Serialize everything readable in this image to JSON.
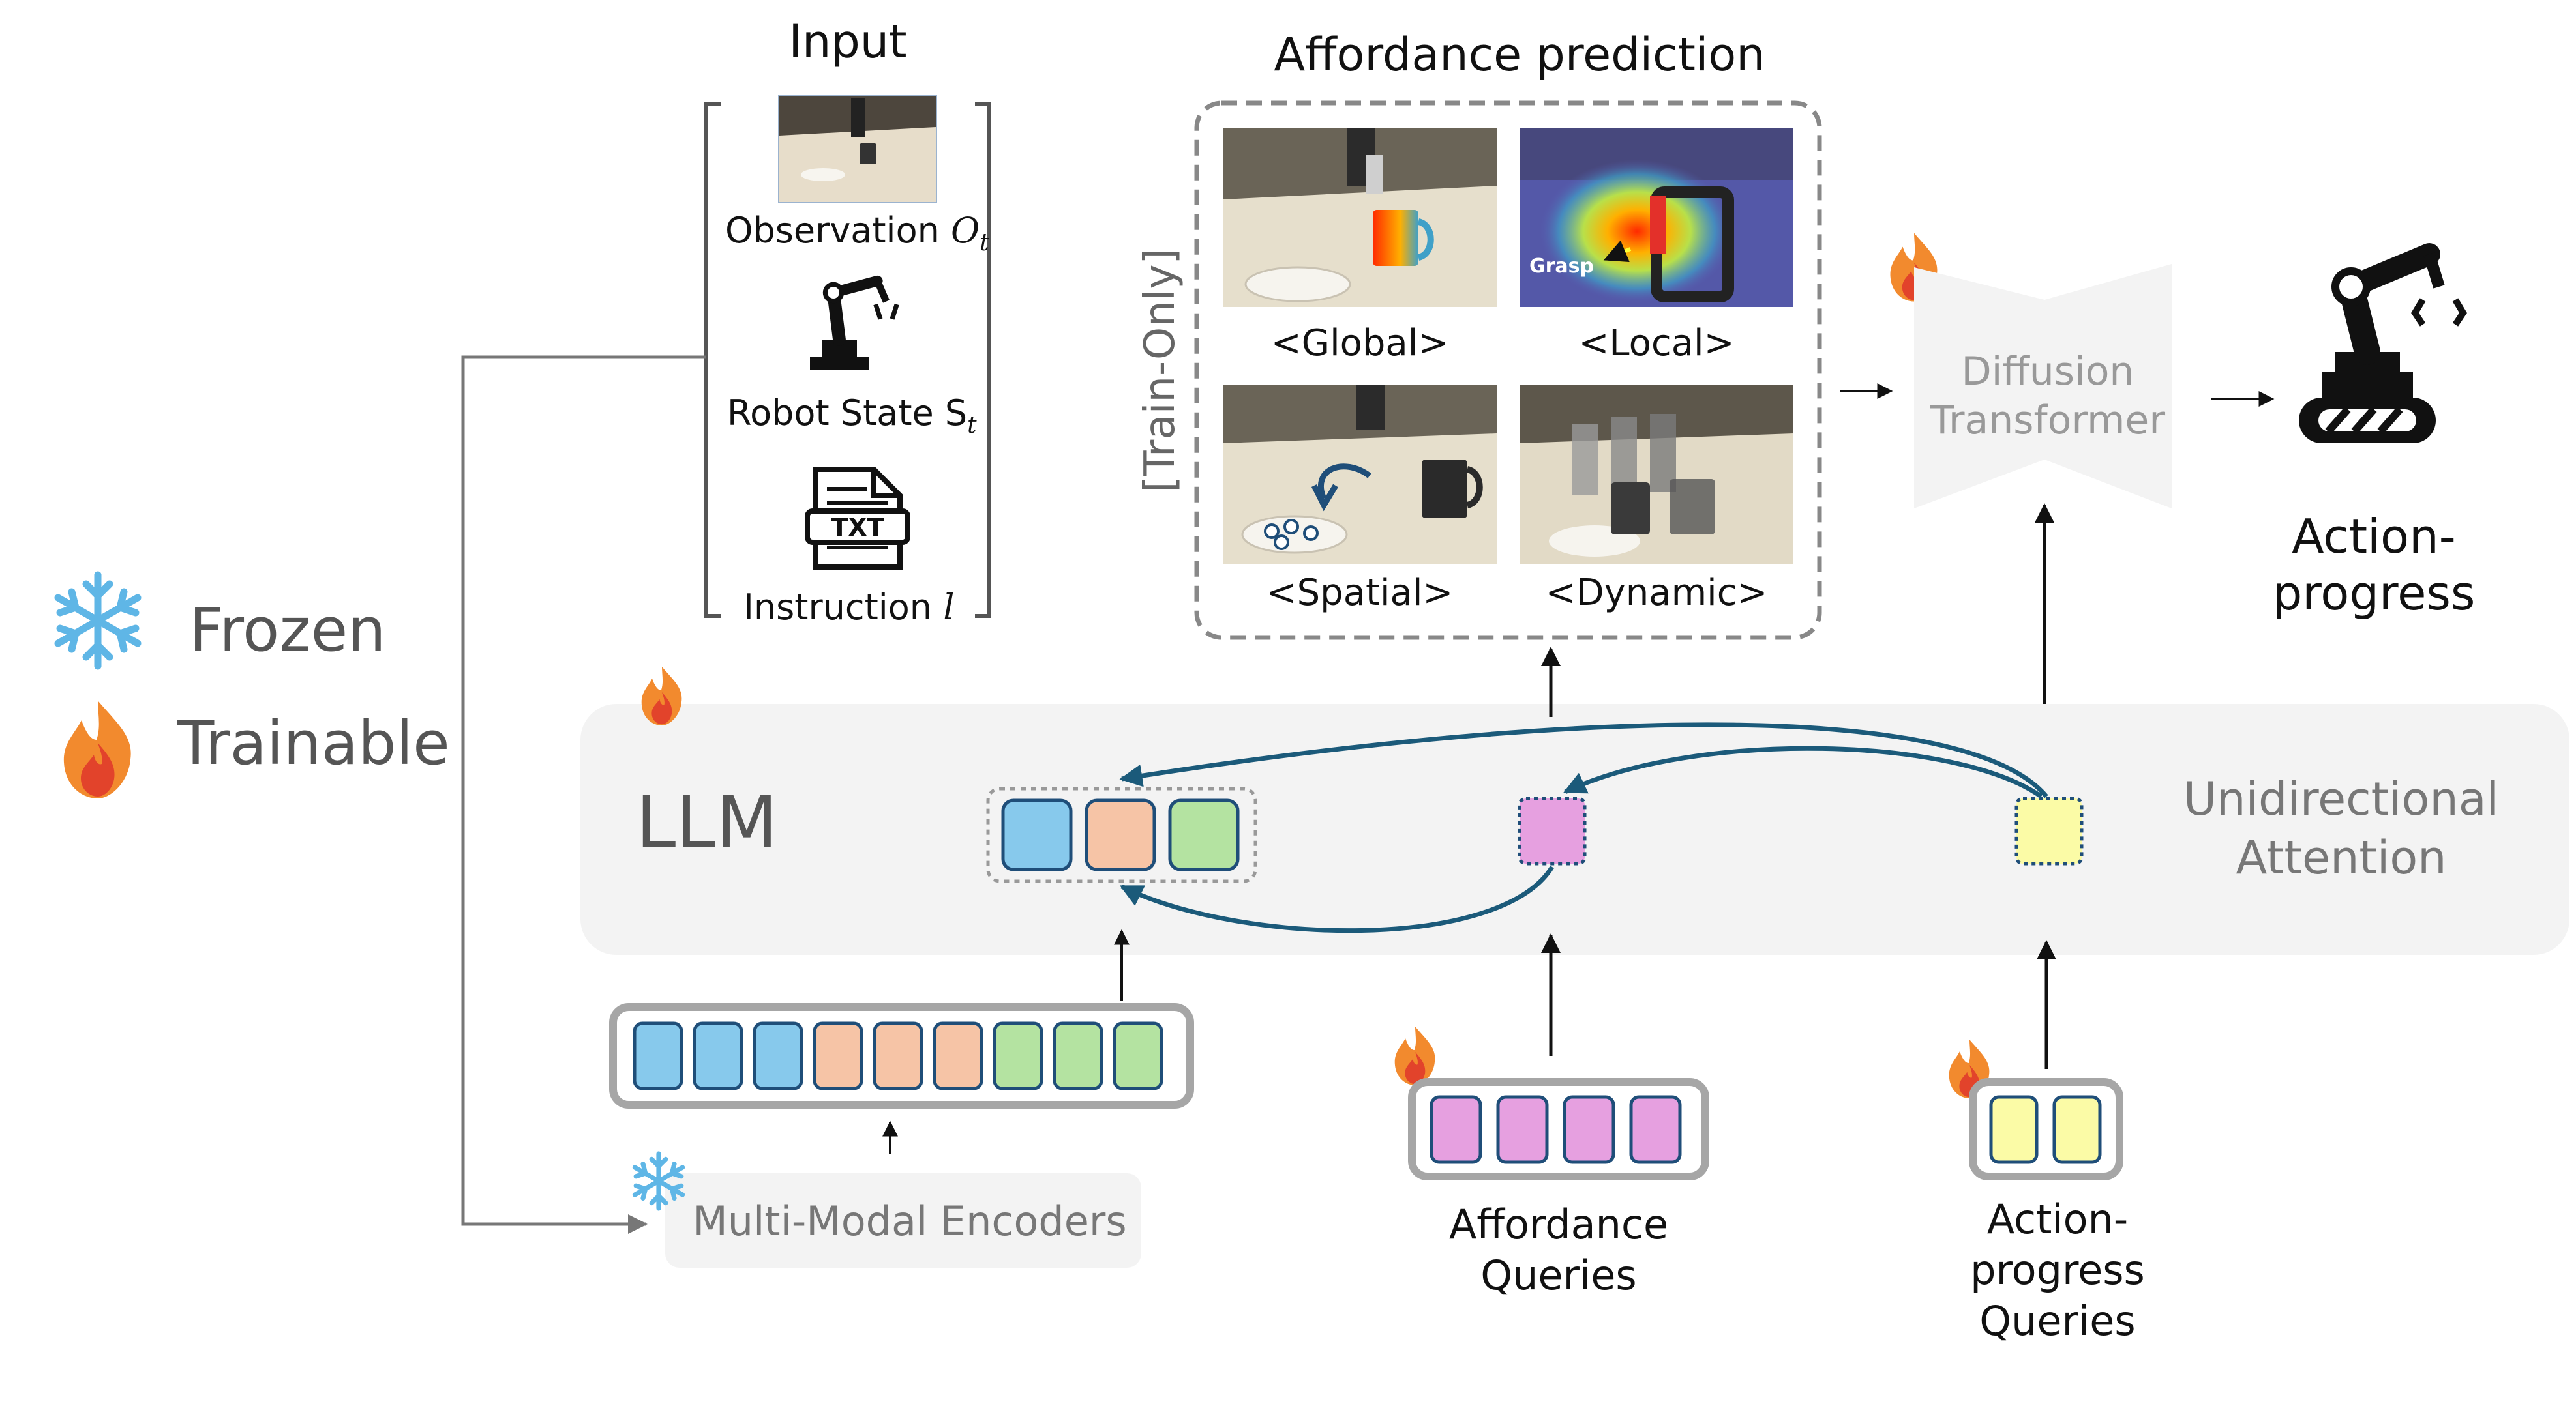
{
  "legend": {
    "frozen_label": "Frozen",
    "trainable_label": "Trainable"
  },
  "input": {
    "title": "Input",
    "observation_label": "Observation ",
    "observation_symbol": "O",
    "observation_sub": "t",
    "robot_state_label": "Robot State S",
    "robot_state_sub": "t",
    "txt_badge": "TXT",
    "instruction_label": "Instruction ",
    "instruction_symbol": "l"
  },
  "affordance_prediction": {
    "title": "Affordance prediction",
    "side_label": "[Train-Only]",
    "panels": [
      "<Global>",
      "<Local>",
      "<Spatial>",
      "<Dynamic>"
    ],
    "grasp_label": "Grasp"
  },
  "diffusion_transformer": {
    "line1": "Diffusion",
    "line2": "Transformer"
  },
  "output": {
    "line1": "Action-",
    "line2": "progress"
  },
  "llm": {
    "label": "LLM",
    "attention_line1": "Unidirectional",
    "attention_line2": "Attention"
  },
  "encoders": {
    "label": "Multi-Modal Encoders"
  },
  "affordance_queries": {
    "line1": "Affordance",
    "line2": "Queries"
  },
  "action_queries": {
    "line1": "Action-",
    "line2": "progress",
    "line3": "Queries"
  },
  "colors": {
    "blue_token": "#87c9ec",
    "salmon_token": "#f6c4a6",
    "green_token": "#b4e3a1",
    "pink_token": "#e6a0e0",
    "yellow_token": "#fbfba6",
    "token_border": "#1f4e79",
    "arrow_teal": "#1b5a7a",
    "panel_gray": "#f3f3f3",
    "snow_blue": "#5fb6e6",
    "text_gray": "#555555"
  }
}
